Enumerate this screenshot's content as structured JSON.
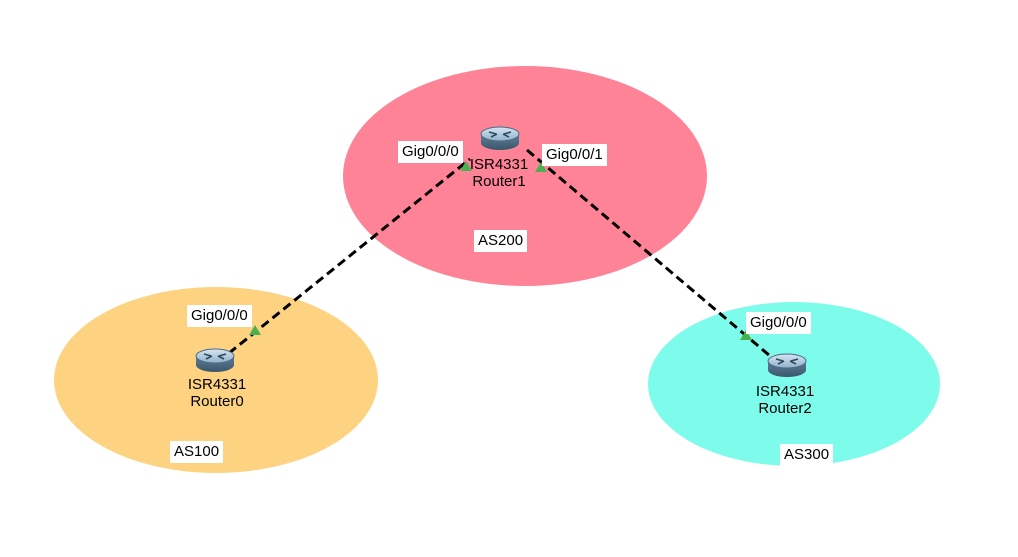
{
  "colors": {
    "as100": "#FDD382",
    "as200": "#FE8396",
    "as300": "#7DFCEC",
    "link": "#000000",
    "port_indicator": "#4CAF50"
  },
  "areas": {
    "as100": {
      "label": "AS100"
    },
    "as200": {
      "label": "AS200"
    },
    "as300": {
      "label": "AS300"
    }
  },
  "routers": {
    "router0": {
      "model": "ISR4331",
      "name": "Router0",
      "icon": "router-icon"
    },
    "router1": {
      "model": "ISR4331",
      "name": "Router1",
      "icon": "router-icon"
    },
    "router2": {
      "model": "ISR4331",
      "name": "Router2",
      "icon": "router-icon"
    }
  },
  "ports": {
    "router0_g0": "Gig0/0/0",
    "router1_g0": "Gig0/0/0",
    "router1_g1": "Gig0/0/1",
    "router2_g0": "Gig0/0/0"
  }
}
